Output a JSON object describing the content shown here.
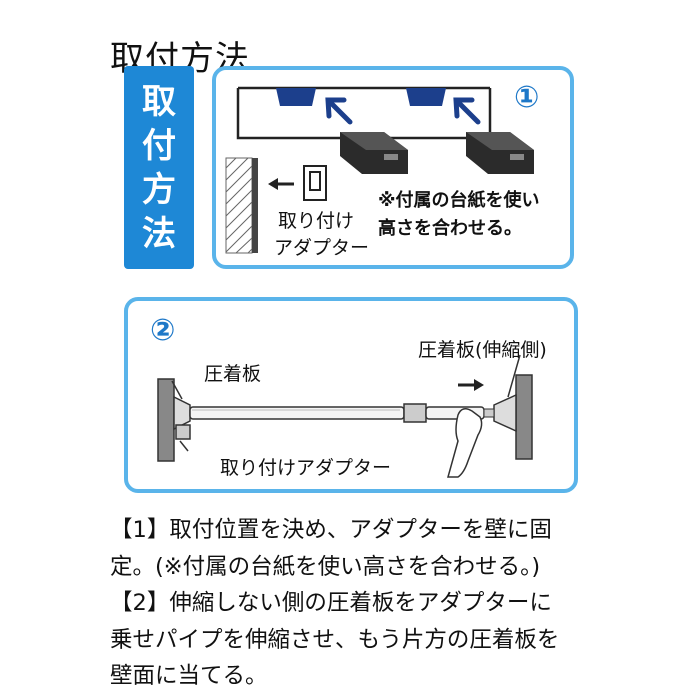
{
  "title": "取付方法",
  "side_tab": {
    "chars": [
      "取",
      "付",
      "方",
      "法"
    ]
  },
  "panel1": {
    "step": "①",
    "adapter_label_line1": "取り付け",
    "adapter_label_line2": "アダプター",
    "note_line1": "※付属の台紙を使い",
    "note_line2": "高さを合わせる。"
  },
  "panel2": {
    "step": "②",
    "pressure_plate_label": "圧着板",
    "pressure_plate_ext_label": "圧着板(伸縮側)",
    "adapter_label": "取り付けアダプター"
  },
  "instructions": [
    "【1】取付位置を決め、アダプターを壁に固",
    "定。(※付属の台紙を使い高さを合わせる。)",
    "【2】伸縮しない側の圧着板をアダプターに",
    "乗せパイプを伸縮させ、もう片方の圧着板を",
    "壁面に当てる。"
  ],
  "colors": {
    "accent": "#1e88d6",
    "panel_border": "#5ab4ea",
    "step_blue": "#1e78c8",
    "mark_navy": "#1c3f8c"
  }
}
